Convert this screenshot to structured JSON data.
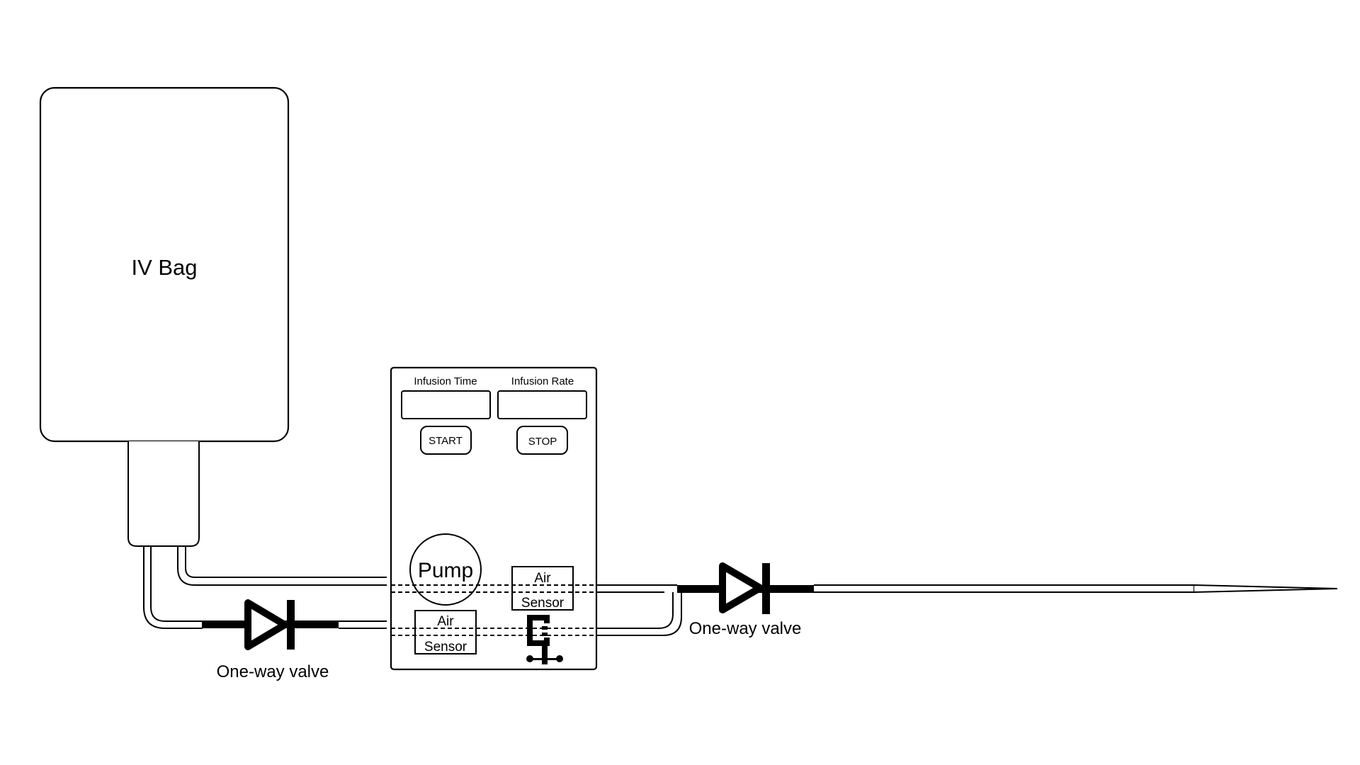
{
  "diagram": {
    "colors": {
      "stroke": "#000000",
      "background": "#ffffff"
    },
    "iv_bag": {
      "label": "IV Bag"
    },
    "pump_unit": {
      "fields": [
        {
          "label": "Infusion Time",
          "value": ""
        },
        {
          "label": "Infusion Rate",
          "value": ""
        }
      ],
      "buttons": [
        {
          "label": "START"
        },
        {
          "label": "STOP"
        }
      ],
      "pump": {
        "label": "Pump"
      },
      "sensors": [
        {
          "line1": "Air",
          "line2": "Sensor"
        },
        {
          "line1": "Air",
          "line2": "Sensor"
        }
      ],
      "clamp": {
        "icon": "clamp-icon"
      }
    },
    "valves": [
      {
        "label": "One-way valve",
        "icon": "diode-valve-icon"
      },
      {
        "label": "One-way valve",
        "icon": "diode-valve-icon"
      }
    ],
    "needle": {
      "icon": "needle-icon"
    }
  }
}
